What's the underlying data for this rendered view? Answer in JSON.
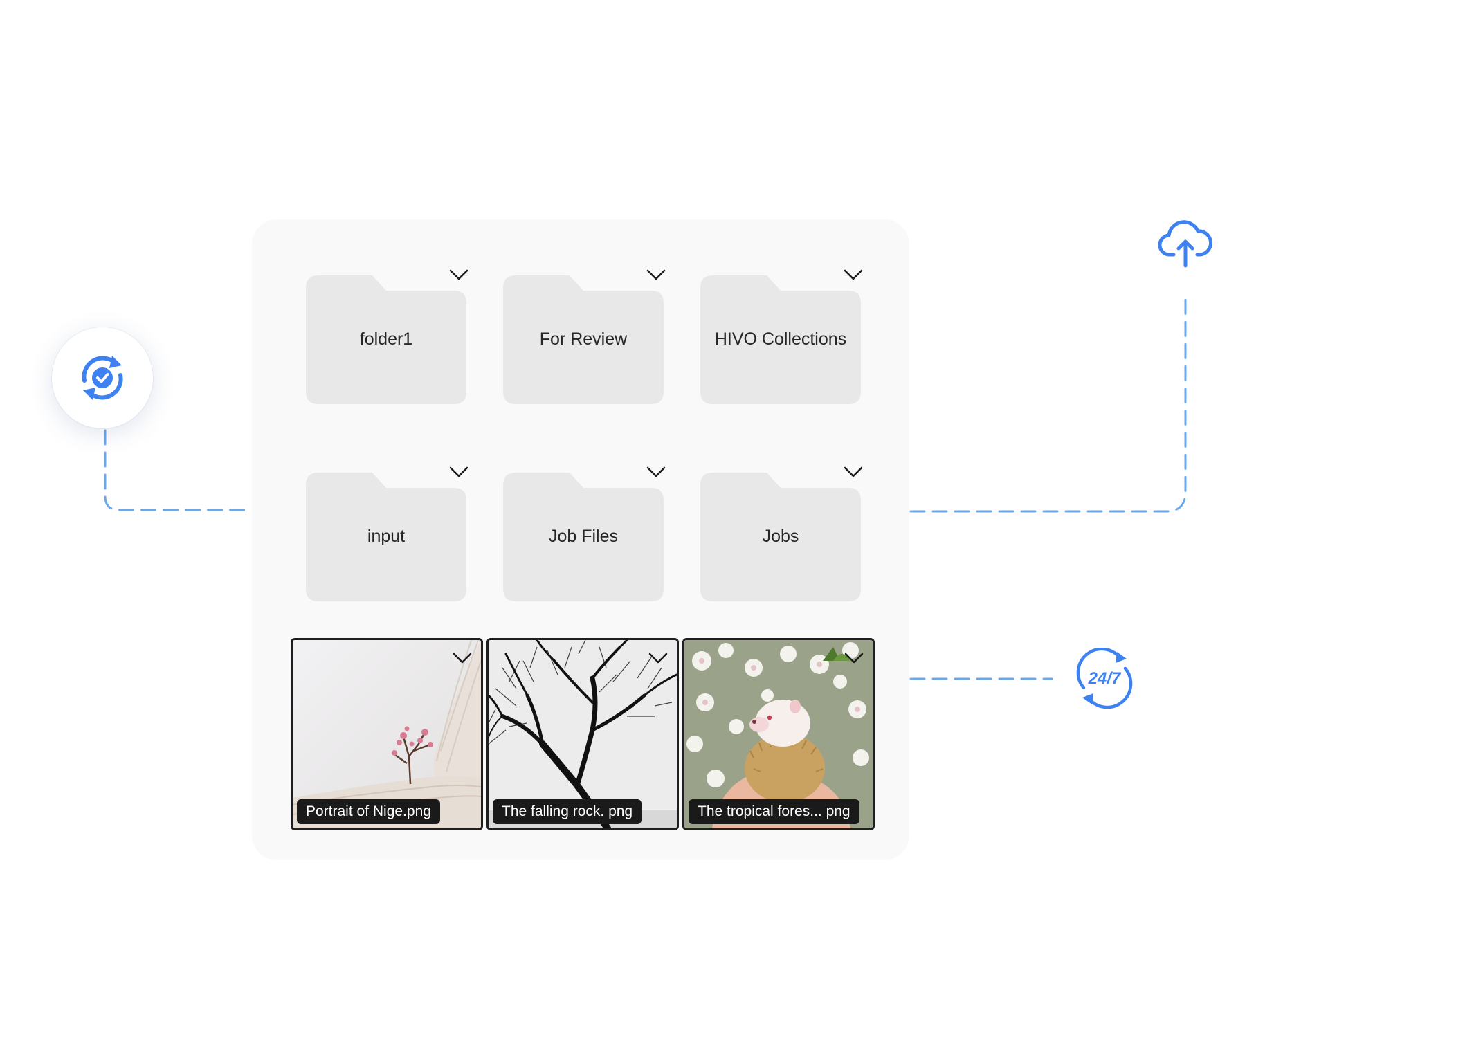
{
  "colors": {
    "accent": "#3d82f0",
    "connector": "#6aa8ee",
    "panel": "#f9f9f9",
    "folder": "#e8e8e8",
    "caption_bg": "#1a1a1a"
  },
  "icons": {
    "sync": "sync-check-icon",
    "upload": "cloud-upload-icon",
    "always_on": "24-7-icon",
    "dropdown": "chevron-down-icon"
  },
  "always_on_label": "24/7",
  "folders": [
    {
      "name": "folder1"
    },
    {
      "name": "For Review"
    },
    {
      "name": "HIVO Collections"
    },
    {
      "name": "input"
    },
    {
      "name": "Job Files"
    },
    {
      "name": "Jobs"
    }
  ],
  "files": [
    {
      "name": "Portrait of Nige.png"
    },
    {
      "name": "The falling rock. png"
    },
    {
      "name": "The tropical fores... png"
    }
  ]
}
